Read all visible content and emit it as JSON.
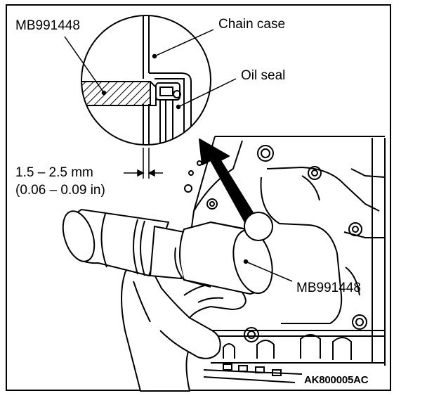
{
  "labels": {
    "tool_top": "MB991448",
    "chain_case": "Chain case",
    "oil_seal": "Oil seal",
    "dimension_mm": "1.5 – 2.5 mm",
    "dimension_in": "(0.06 – 0.09 in)",
    "tool_bottom": "MB991448",
    "figure_code": "AK800005AC"
  }
}
